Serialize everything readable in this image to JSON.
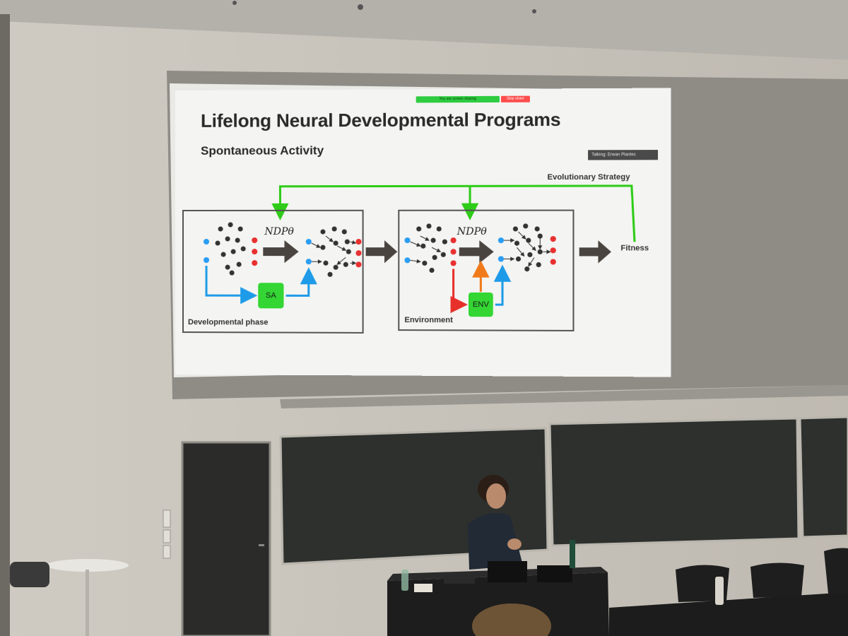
{
  "slide": {
    "title": "Lifelong Neural Developmental Programs",
    "subtitle": "Spontaneous Activity",
    "zoom_share_label": "You are screen sharing",
    "zoom_stop_label": "Stop share",
    "talking_label": "Talking: Erwan Plantec",
    "evolutionary_strategy_label": "Evolutionary Strategy",
    "fitness_label": "Fitness",
    "developmental_phase_label": "Developmental phase",
    "environment_label": "Environment",
    "ndp_label_1": "NDPθ",
    "ndp_label_2": "NDPθ",
    "sa_label": "SA",
    "env_label": "ENV"
  },
  "colors": {
    "arrow_green": "#2ecc18",
    "arrow_blue": "#1e9be8",
    "arrow_red": "#e8302a",
    "arrow_orange": "#f07a1a",
    "node_blue": "#2a9df4",
    "node_red": "#e83030",
    "node_dark": "#333333",
    "box_green": "#33d633"
  }
}
